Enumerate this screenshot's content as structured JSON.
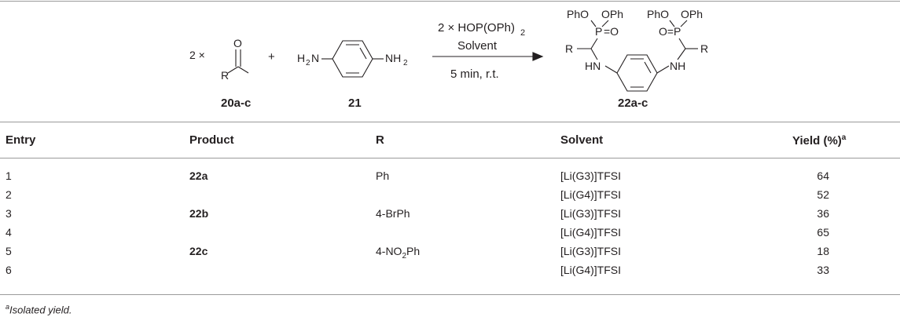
{
  "scheme": {
    "multiplier": "2 ×",
    "plus": "+",
    "reagent_line1": "2 × HOP(OPh)",
    "reagent_line1_sub": "2",
    "reagent_line2": "Solvent",
    "conditions": "5 min, r.t.",
    "aldehyde_label": "20a-c",
    "diamine_label": "21",
    "product_label": "22a-c",
    "atoms": {
      "O": "O",
      "R": "R",
      "H": "H",
      "N": "N",
      "two": "2",
      "NH": "NH",
      "HN": "HN",
      "P": "P",
      "PhO": "PhO",
      "OPh": "OPh",
      "eqO": "=O",
      "Oeq": "O="
    }
  },
  "table": {
    "headers": {
      "entry": "Entry",
      "product": "Product",
      "r": "R",
      "solvent": "Solvent",
      "yield": "Yield (%)",
      "yield_note": "a"
    },
    "rows": [
      {
        "entry": "1",
        "product": "22a",
        "r": "Ph",
        "solvent": "[Li(G3)]TFSI",
        "yield": "64"
      },
      {
        "entry": "2",
        "product": "",
        "r": "",
        "solvent": "[Li(G4)]TFSI",
        "yield": "52"
      },
      {
        "entry": "3",
        "product": "22b",
        "r": "4-BrPh",
        "solvent": "[Li(G3)]TFSI",
        "yield": "36"
      },
      {
        "entry": "4",
        "product": "",
        "r": "",
        "solvent": "[Li(G4)]TFSI",
        "yield": "65"
      },
      {
        "entry": "5",
        "product": "22c",
        "r_pre": "4-NO",
        "r_sub": "2",
        "r_post": "Ph",
        "solvent": "[Li(G3)]TFSI",
        "yield": "18"
      },
      {
        "entry": "6",
        "product": "",
        "r": "",
        "solvent": "[Li(G4)]TFSI",
        "yield": "33"
      }
    ]
  },
  "footnote": {
    "mark": "a",
    "text": "Isolated yield."
  }
}
